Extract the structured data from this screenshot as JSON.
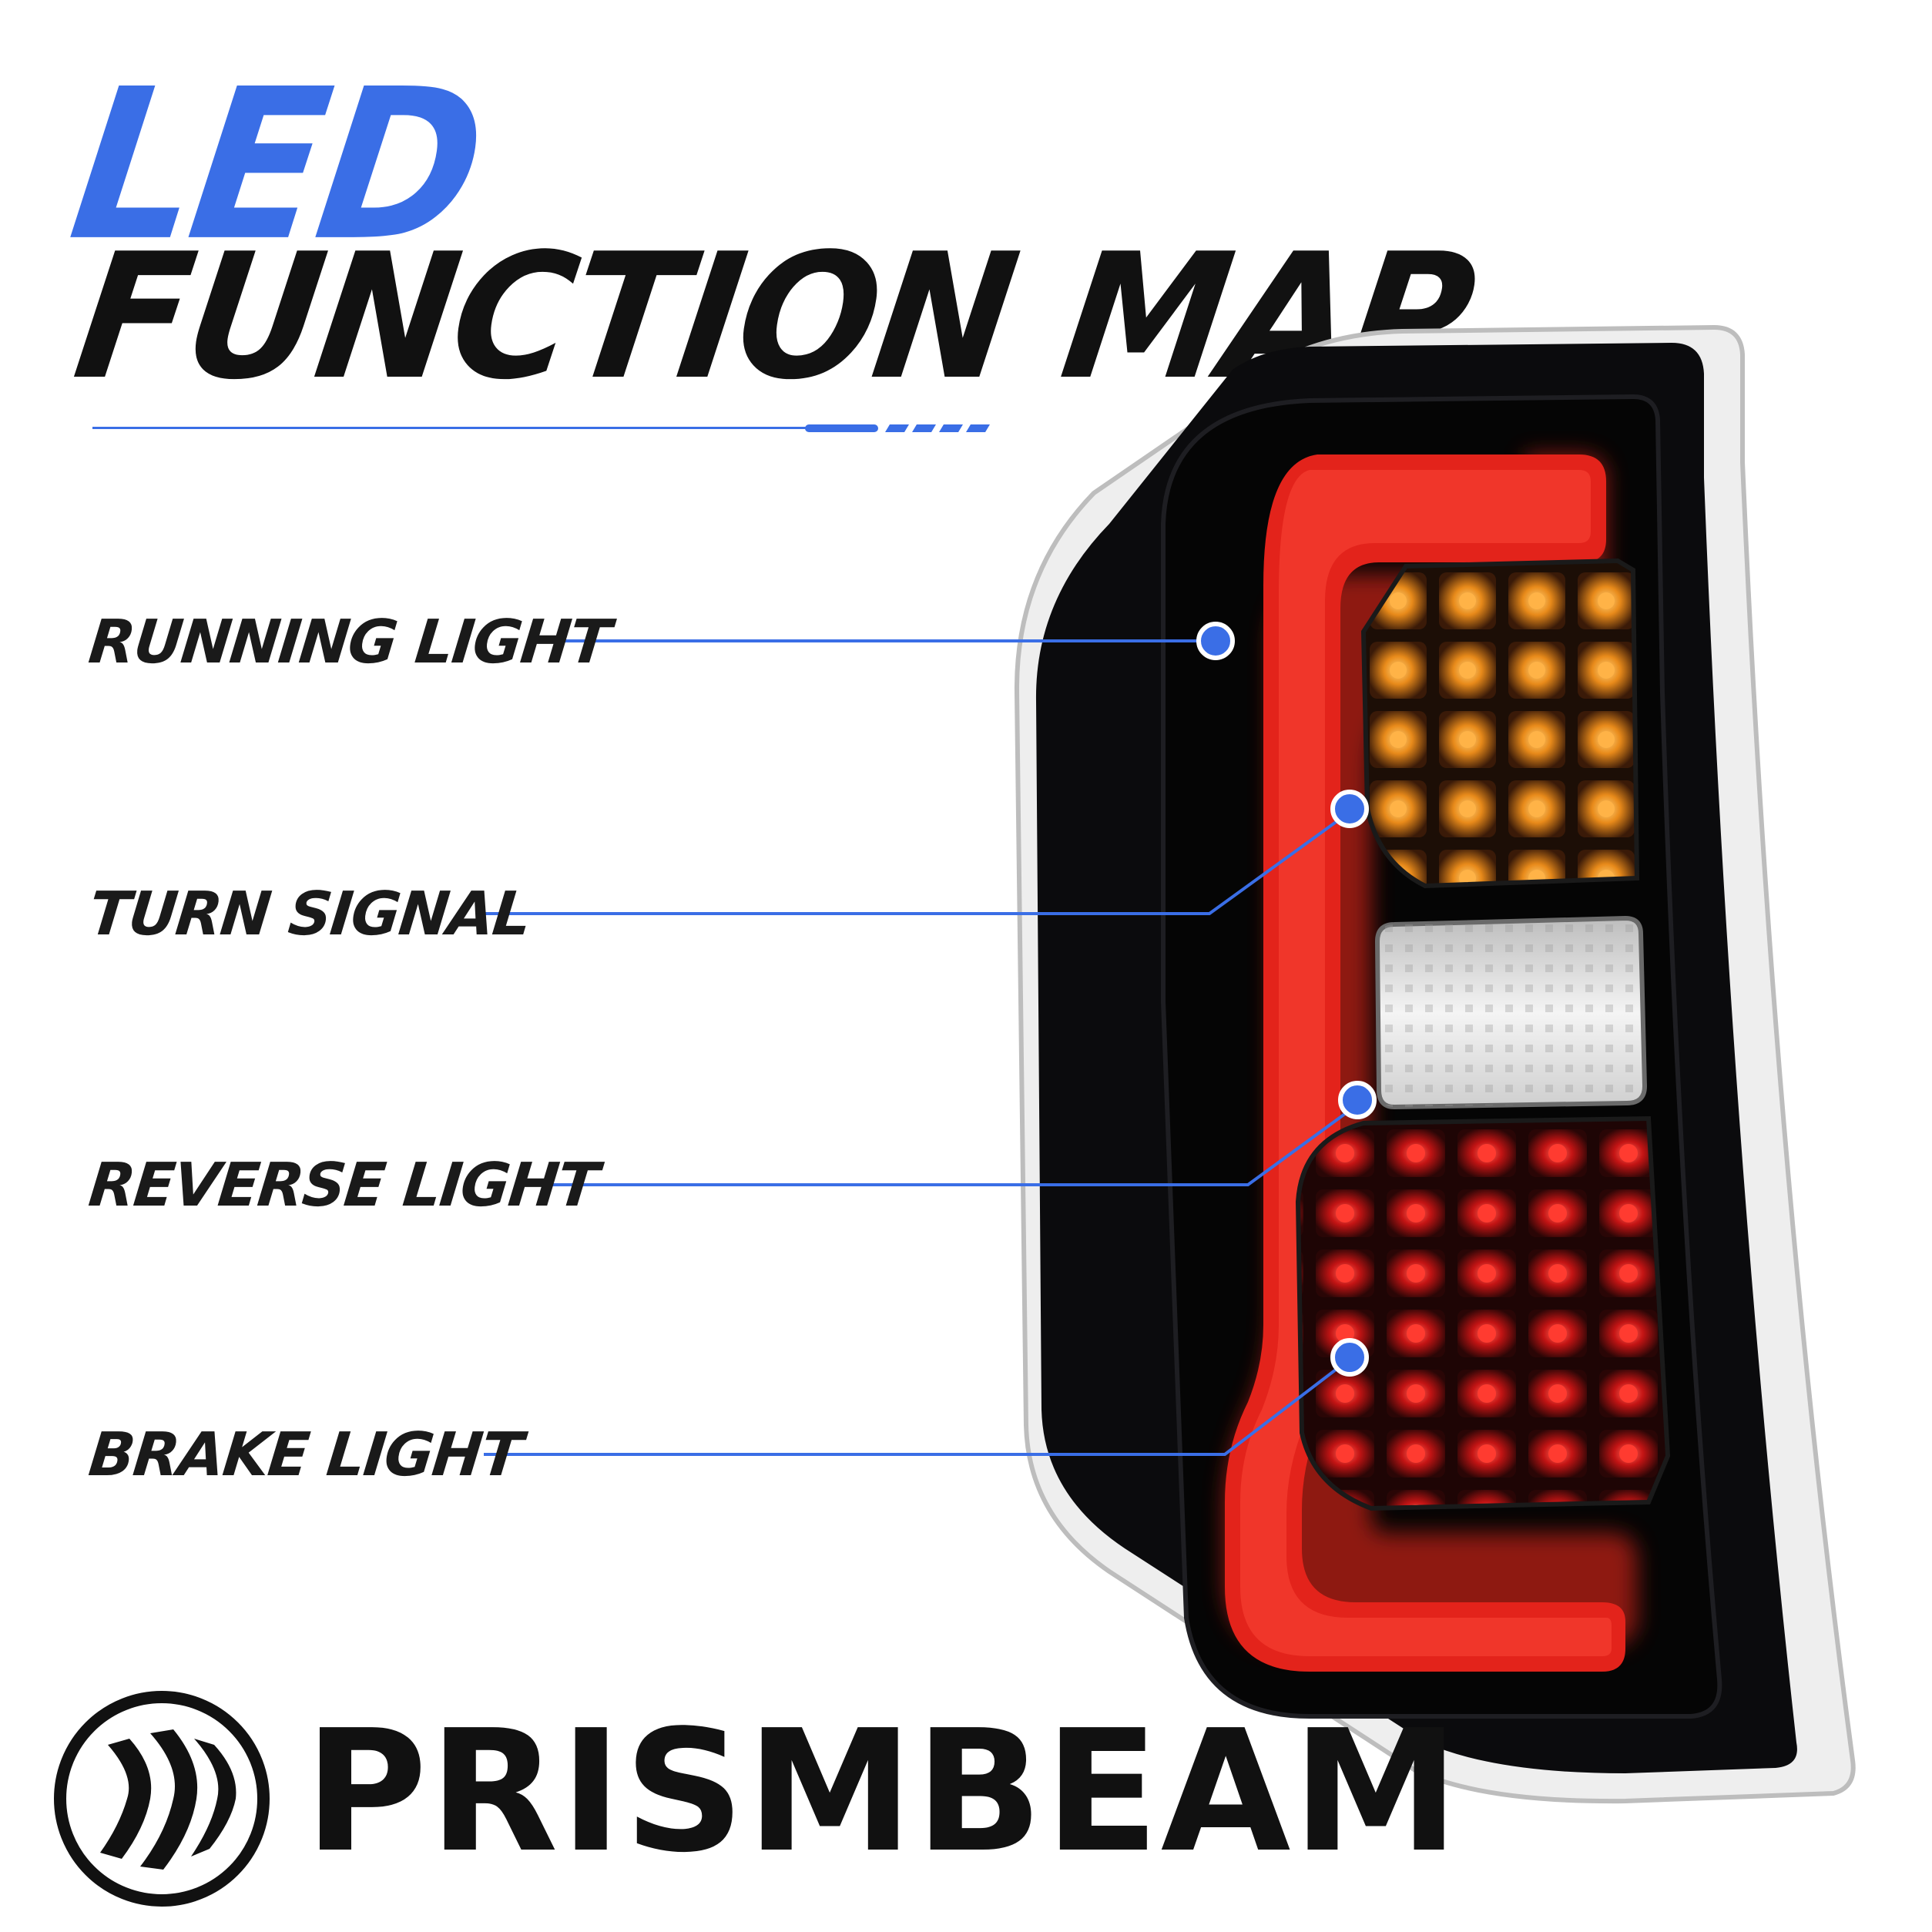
{
  "title": {
    "line1": "LED",
    "line2": "FUNCTION MAP"
  },
  "callouts": [
    {
      "label": "RUNNING LIGHT"
    },
    {
      "label": "TURN SIGNAL"
    },
    {
      "label": "REVERSE LIGHT"
    },
    {
      "label": "BRAKE LIGHT"
    }
  ],
  "brand": {
    "name": "PRISMBEAM"
  },
  "colors": {
    "accent_blue": "#3a6ee6",
    "text_dark": "#111111",
    "housing_black": "#0d0d0f",
    "running_red": "#e0201a",
    "turn_amber": "#f0a12a",
    "reverse_white": "#f2f2f2",
    "brake_red": "#d81b1b"
  },
  "icons": {
    "logo": "prismbeam-logo-icon",
    "callout_dot": "dot-marker-icon"
  }
}
